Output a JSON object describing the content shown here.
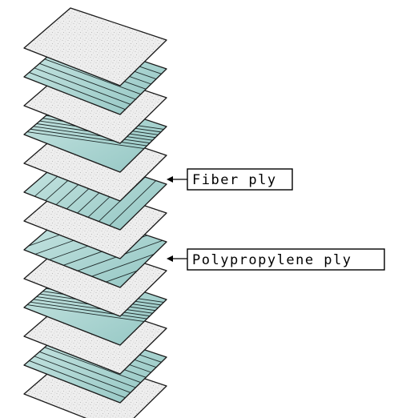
{
  "diagram": {
    "labels": {
      "fiber": "Fiber ply",
      "polypropylene": "Polypropylene ply"
    },
    "colors": {
      "fiber_fill": "#9fcfcc",
      "fiber_fill_light": "#c9e6e3",
      "polypropylene_fill": "#eeeeee",
      "polypropylene_speckle": "#b9b9b9",
      "outline": "#1a1a1a"
    },
    "stack_order_top_to_bottom": [
      "polypropylene",
      "fiber",
      "polypropylene",
      "fiber",
      "polypropylene",
      "fiber",
      "polypropylene",
      "fiber",
      "polypropylene",
      "fiber",
      "polypropylene",
      "fiber",
      "polypropylene"
    ],
    "fiber_orientations": [
      "0",
      "+45",
      "90",
      "-45",
      "+45",
      "0"
    ]
  }
}
